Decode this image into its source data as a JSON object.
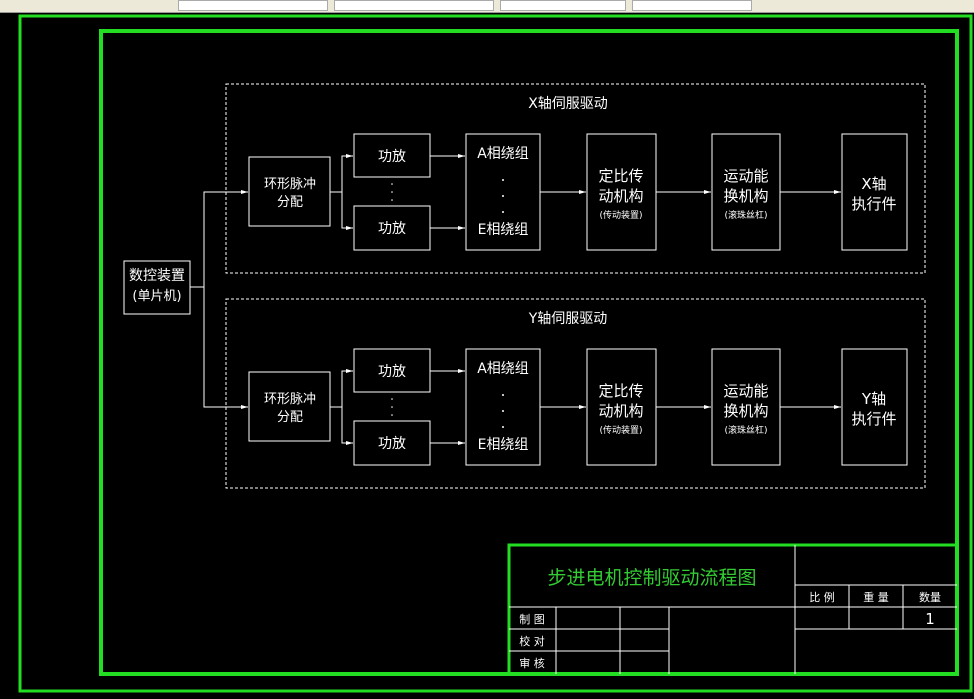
{
  "colors": {
    "frame": "#22dd22",
    "line": "#ffffff",
    "title": "#33cc33",
    "background": "#000000"
  },
  "controller": {
    "line1": "数控装置",
    "line2": "(单片机)"
  },
  "axes": [
    {
      "group_label": "X轴伺服驱动",
      "distributor": [
        "环形脉冲",
        "分配"
      ],
      "amp_top": "功放",
      "amp_bottom": "功放",
      "winding_top": "A相绕组",
      "winding_bottom": "E相绕组",
      "transmission": [
        "定比传",
        "动机构"
      ],
      "transmission_note": "(传动装置)",
      "conversion": [
        "运动能",
        "换机构"
      ],
      "conversion_note": "(滚珠丝杠)",
      "actuator": [
        "X轴",
        "执行件"
      ]
    },
    {
      "group_label": "Y轴伺服驱动",
      "distributor": [
        "环形脉冲",
        "分配"
      ],
      "amp_top": "功放",
      "amp_bottom": "功放",
      "winding_top": "A相绕组",
      "winding_bottom": "E相绕组",
      "transmission": [
        "定比传",
        "动机构"
      ],
      "transmission_note": "(传动装置)",
      "conversion": [
        "运动能",
        "换机构"
      ],
      "conversion_note": "(滚珠丝杠)",
      "actuator": [
        "Y轴",
        "执行件"
      ]
    }
  ],
  "title_block": {
    "title": "步进电机控制驱动流程图",
    "scale_label": "比 例",
    "weight_label": "重 量",
    "quantity_label": "数量",
    "quantity_value": "1",
    "drawn_by": "制 图",
    "checked_by": "校 对",
    "approved_by": "审 核"
  }
}
